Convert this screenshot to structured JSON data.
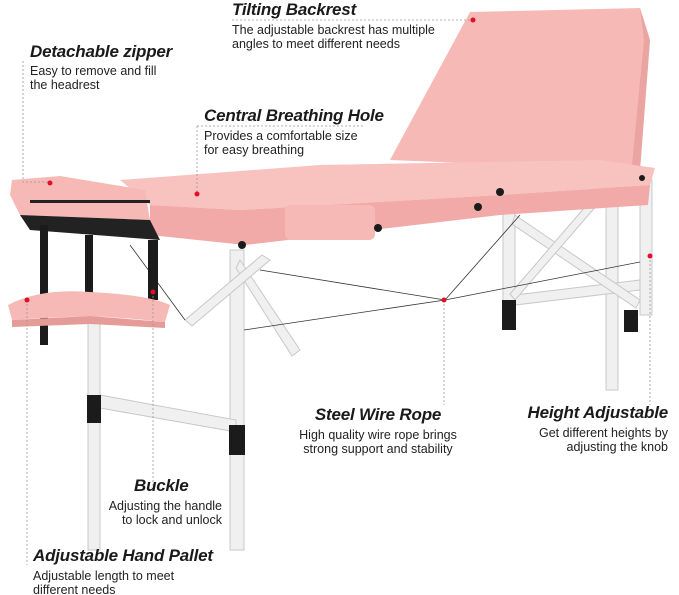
{
  "callouts": {
    "tilting_backrest": {
      "title": "Tilting Backrest",
      "desc1": "The adjustable backrest has multiple",
      "desc2": "angles to meet different needs"
    },
    "detachable_zipper": {
      "title": "Detachable zipper",
      "desc1": "Easy to remove and fill",
      "desc2": "the headrest"
    },
    "central_breathing_hole": {
      "title": "Central Breathing Hole",
      "desc1": "Provides a comfortable size",
      "desc2": "for easy breathing"
    },
    "steel_wire_rope": {
      "title": "Steel Wire Rope",
      "desc1": "High quality wire rope brings",
      "desc2": "strong support and stability"
    },
    "height_adjustable": {
      "title": "Height Adjustable",
      "desc1": "Get different heights by",
      "desc2": "adjusting the knob"
    },
    "buckle": {
      "title": "Buckle",
      "desc1": "Adjusting the handle",
      "desc2": "to lock and unlock"
    },
    "hand_pallet": {
      "title": "Adjustable Hand Pallet",
      "desc1": "Adjustable length to meet",
      "desc2": "different needs"
    }
  },
  "colors": {
    "cushion": "#f6b9b6",
    "frame": "#eeeeee",
    "accent_dot": "#e0102a",
    "black_parts": "#1b1b1b"
  }
}
